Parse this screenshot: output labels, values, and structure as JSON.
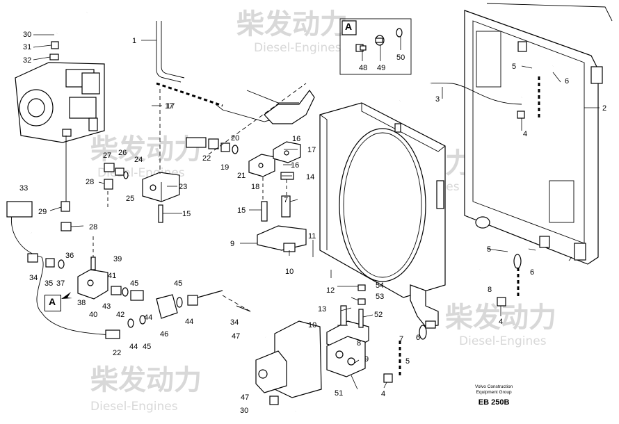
{
  "callouts": {
    "detail_box": "A",
    "detail_pointer": "A"
  },
  "detail_labels": [
    "48",
    "49",
    "50"
  ],
  "labels": [
    "1",
    "2",
    "3",
    "4",
    "4",
    "4",
    "5",
    "5",
    "5",
    "6",
    "6",
    "6",
    "7",
    "7",
    "8",
    "8",
    "9",
    "9",
    "10",
    "10",
    "11",
    "12",
    "13",
    "14",
    "15",
    "15",
    "16",
    "16",
    "17",
    "17",
    "17",
    "18",
    "19",
    "20",
    "21",
    "22",
    "22",
    "23",
    "24",
    "25",
    "26",
    "27",
    "28",
    "28",
    "29",
    "30",
    "30",
    "31",
    "32",
    "33",
    "34",
    "34",
    "35",
    "36",
    "37",
    "38",
    "39",
    "40",
    "41",
    "42",
    "43",
    "44",
    "44",
    "44",
    "45",
    "45",
    "45",
    "46",
    "47",
    "47",
    "51",
    "52",
    "53",
    "54"
  ],
  "watermark": {
    "brand_cn": "柴发动力",
    "brand_en": "Diesel-Engines"
  },
  "caption": {
    "line1": "Volvo Construction",
    "line2": "Equipment Group",
    "code": "EB 250B"
  }
}
